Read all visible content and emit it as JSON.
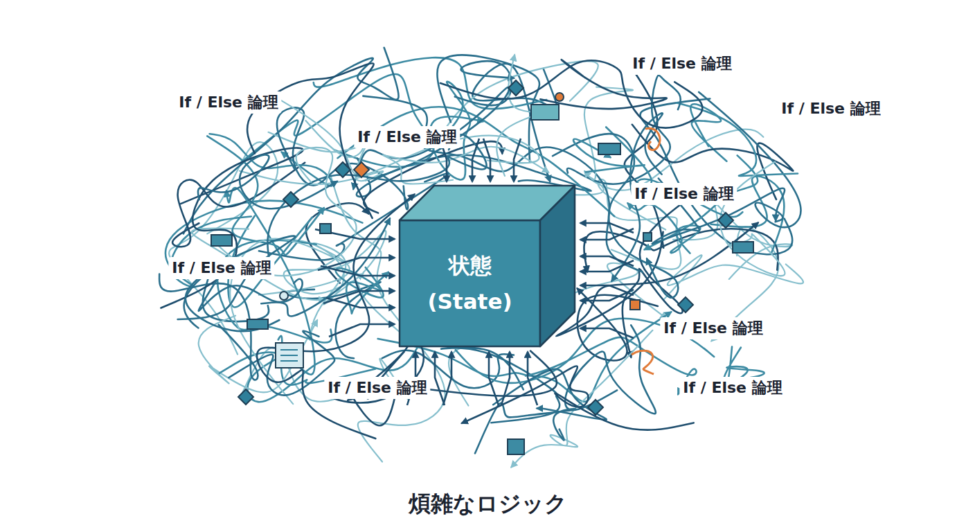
{
  "diagram": {
    "caption": "煩雑なロジック",
    "nodes": [
      {
        "text": [
          "状態 (State)"
        ]
      }
    ],
    "labels": [
      "If / Else 論理",
      "If / Else 論理",
      "If / Else 論理",
      "If / Else 論理",
      "If / Else 論理",
      "If / Else 論理",
      "If / Else 論理",
      "If / Else 論理",
      "If / Else 論理"
    ]
  }
}
